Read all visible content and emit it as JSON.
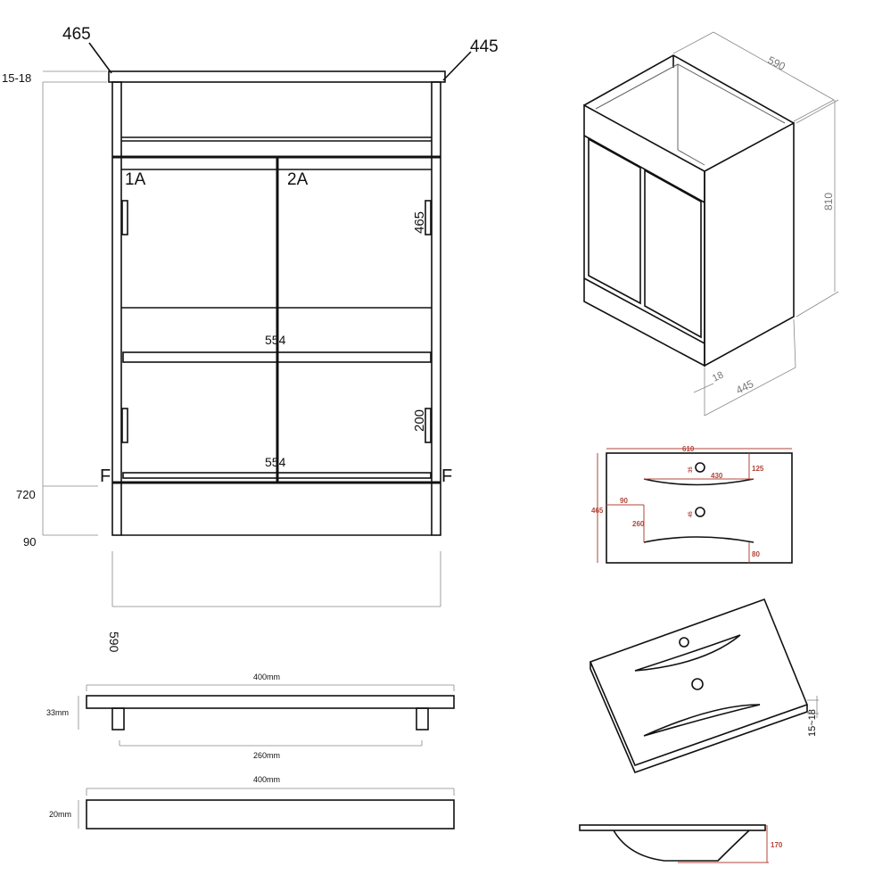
{
  "front_view": {
    "callout_top_left": "465",
    "callout_top_right": "445",
    "top_thickness": "15-18",
    "door_left": "1A",
    "door_right": "2A",
    "upper_height": "465",
    "lower_height": "200",
    "shelf_width": "554",
    "bottom_width": "554",
    "foot_left": "F",
    "foot_right": "F",
    "body_height": "720",
    "kick_height": "90",
    "overall_width": "590"
  },
  "iso_cabinet": {
    "width": "590",
    "height": "810",
    "depth": "445",
    "top_thickness": "18"
  },
  "basin_plan": {
    "width": "610",
    "depth": "465",
    "bowl_width": "430",
    "top_offset": "125",
    "bowl_depth": "260",
    "side_offset": "90",
    "bottom_offset": "80",
    "tap_hole": "35",
    "waste_hole": "45"
  },
  "basin_iso": {
    "thickness": "15~18"
  },
  "basin_section": {
    "bowl_height": "170"
  },
  "handle": {
    "length": "400mm",
    "height": "33mm",
    "hole_spacing": "260mm"
  },
  "handle_plate": {
    "length": "400mm",
    "height": "20mm"
  }
}
